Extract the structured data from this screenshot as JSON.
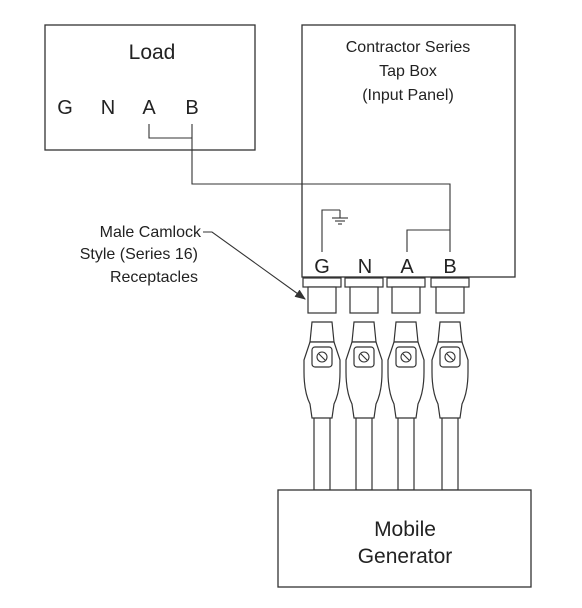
{
  "load": {
    "title": "Load",
    "terminals": [
      "G",
      "N",
      "A",
      "B"
    ]
  },
  "tapbox": {
    "title_line1": "Contractor Series",
    "title_line2": "Tap Box",
    "title_line3": "(Input Panel)",
    "terminals": [
      "G",
      "N",
      "A",
      "B"
    ]
  },
  "callout": {
    "line1": "Male Camlock",
    "line2": "Style (Series 16)",
    "line3": "Receptacles"
  },
  "generator": {
    "line1": "Mobile",
    "line2": "Generator"
  },
  "icons": {
    "ground": "ground-symbol-icon",
    "connector": "camlock-connector-icon"
  }
}
